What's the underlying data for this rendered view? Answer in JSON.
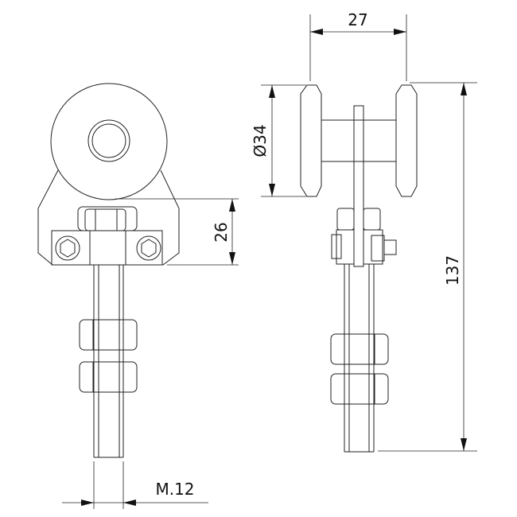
{
  "drawing": {
    "title": "Single-wheel trolley with M12 threaded rod",
    "dimensions": {
      "bracket_height": "26",
      "thread": "M.12",
      "wheel_width": "27",
      "wheel_diameter": "Ø34",
      "total_height": "137"
    }
  }
}
